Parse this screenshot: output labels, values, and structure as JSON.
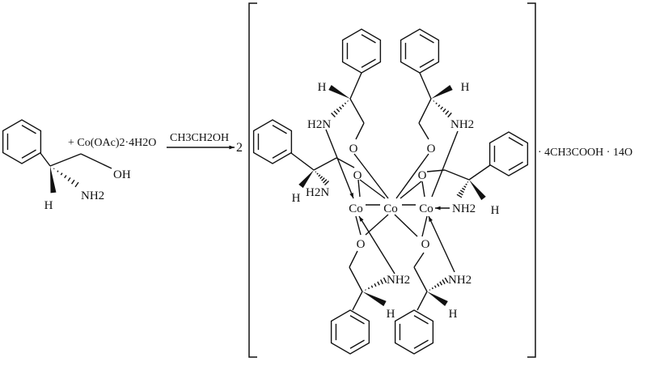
{
  "reactant": {
    "oh": "OH",
    "h": "H",
    "nh2": "NH2",
    "reagent": "+ Co(OAc)2·4H2O"
  },
  "arrow": {
    "solvent": "CH3CH2OH",
    "coefficient": "2"
  },
  "complex": {
    "metal": "Co",
    "oxygen": "O",
    "amine_left": "H2N",
    "amine_right": "NH2",
    "hydrogen": "H"
  },
  "solvates": "· 4CH3COOH · 14O",
  "colors": {
    "ink": "#111111",
    "background": "#ffffff"
  }
}
